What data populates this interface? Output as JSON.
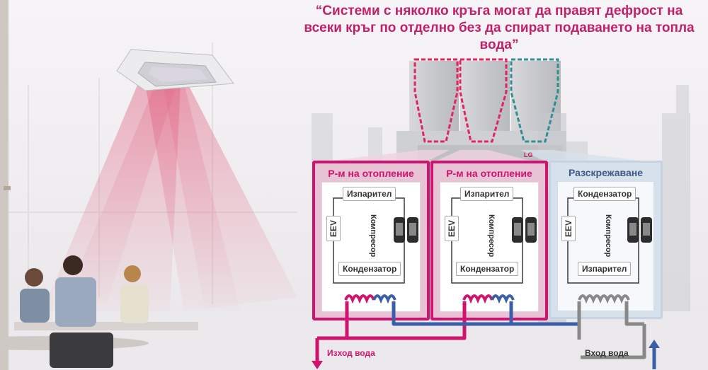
{
  "headline": {
    "line1": "“Системи с няколко кръга могат да правят дефрост на",
    "line2": "всеки кръг по отделно без да спират подаването на топла",
    "line3": "вода”"
  },
  "circuits": [
    {
      "mode": "Р-м на отопление",
      "top_coil": "Изпарител",
      "valve": "EEV",
      "compressor": "Компресор",
      "bottom_coil": "Кондензатор"
    },
    {
      "mode": "Р-м на отопление",
      "top_coil": "Изпарител",
      "valve": "EEV",
      "compressor": "Компресор",
      "bottom_coil": "Кондензатор"
    },
    {
      "mode": "Разскрежаване",
      "top_coil": "Кондензатор",
      "valve": "EEV",
      "compressor": "Компресор",
      "bottom_coil": "Изпарител"
    }
  ],
  "water": {
    "outlet": "Изход вода",
    "inlet": "Вход вода"
  },
  "brand": "LG",
  "colors": {
    "heating": "#d0146e",
    "defrost": "#3d5b88",
    "hot_water": "#d0146e",
    "cold_water": "#3a5fa8",
    "return_water": "#888888"
  }
}
